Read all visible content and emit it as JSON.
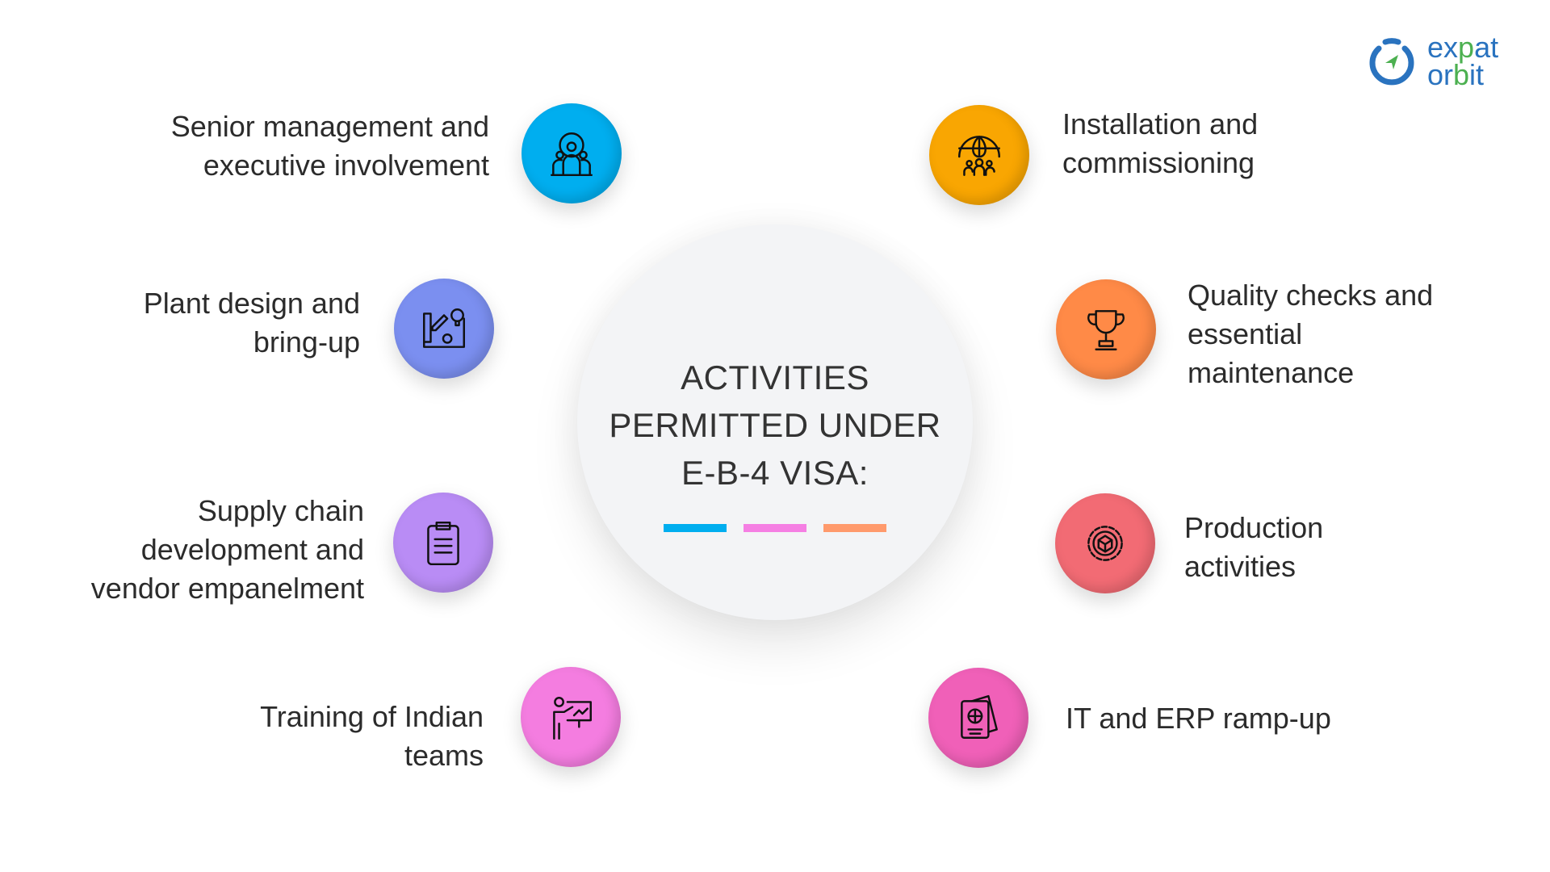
{
  "logo": {
    "line1a": "ex",
    "line1b": "p",
    "line1c": "at",
    "line2a": "or",
    "line2b": "b",
    "line2c": "it",
    "text": "expat orbit"
  },
  "title": {
    "line1": "ACTIVITIES",
    "line2": "PERMITTED UNDER",
    "line3": "E-B-4 VISA:"
  },
  "colors": {
    "bar1": "#00AEEF",
    "bar2": "#F57FE3",
    "bar3": "#FF9A6C"
  },
  "items": [
    {
      "lines": [
        "Senior management and",
        "executive involvement"
      ],
      "color": "#00AEEF",
      "icon": "team-gear-icon"
    },
    {
      "lines": [
        "Installation and",
        "commissioning"
      ],
      "color": "#F9A602",
      "icon": "globe-people-icon"
    },
    {
      "lines": [
        "Plant design and",
        "bring-up"
      ],
      "color": "#7B8FF0",
      "icon": "blueprint-icon"
    },
    {
      "lines": [
        "Quality checks and",
        "essential",
        "maintenance"
      ],
      "color": "#FF8A47",
      "icon": "trophy-icon"
    },
    {
      "lines": [
        "Supply chain",
        "development and",
        "vendor empanelment"
      ],
      "color": "#B98CF5",
      "icon": "clipboard-icon"
    },
    {
      "lines": [
        "Production",
        "activities"
      ],
      "color": "#F26B74",
      "icon": "gear-box-icon"
    },
    {
      "lines": [
        "Training of Indian",
        "teams"
      ],
      "color": "#F47DE0",
      "icon": "presentation-icon"
    },
    {
      "lines": [
        "IT and ERP ramp-up"
      ],
      "color": "#F060B8",
      "icon": "passport-icon"
    }
  ]
}
